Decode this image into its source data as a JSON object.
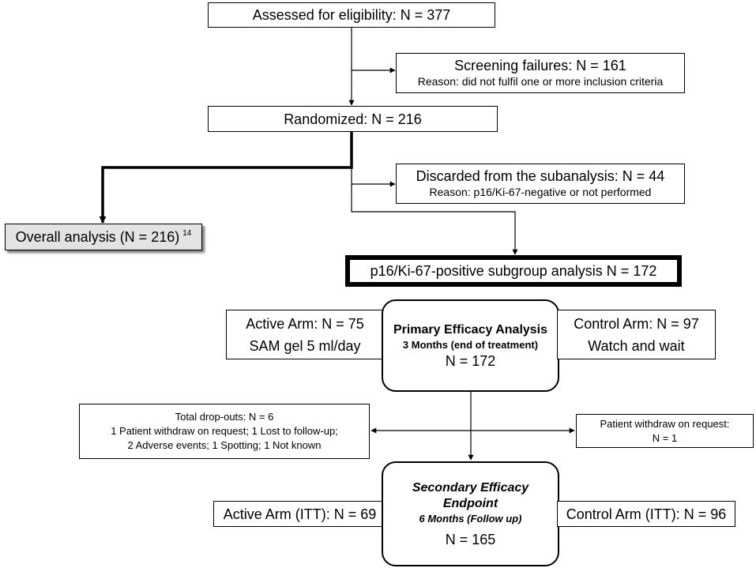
{
  "assessed": "Assessed for eligibility: N = 377",
  "screening": {
    "title": "Screening failures: N = 161",
    "reason": "Reason: did not fulfil one or more inclusion criteria"
  },
  "randomized": "Randomized: N = 216",
  "discarded": {
    "title": "Discarded from the subanalysis: N = 44",
    "reason": "Reason: p16/Ki-67-negative or not performed"
  },
  "overall": {
    "label": "Overall analysis (N = 216)",
    "ref": "14"
  },
  "subgroup": "p16/Ki-67-positive subgroup analysis  N = 172",
  "primary": {
    "active": {
      "line1": "Active Arm: N = 75",
      "line2": "SAM gel 5 ml/day"
    },
    "center": {
      "title": "Primary Efficacy Analysis",
      "subtitle": "3 Months (end of treatment)",
      "n": "N = 172"
    },
    "control": {
      "line1": "Control Arm: N = 97",
      "line2": "Watch and wait"
    }
  },
  "dropouts": {
    "left": {
      "line1": "Total drop-outs: N = 6",
      "line2": "1 Patient withdraw on request; 1 Lost to follow-up;",
      "line3": "2 Adverse events; 1 Spotting; 1 Not known"
    },
    "right": {
      "line1": "Patient withdraw on request:",
      "line2": "N = 1"
    }
  },
  "secondary": {
    "active": "Active Arm (ITT): N = 69",
    "center": {
      "title1": "Secondary Efficacy",
      "title2": "Endpoint",
      "subtitle": "6 Months (Follow up)",
      "n": "N = 165"
    },
    "control": "Control Arm (ITT): N = 96"
  }
}
